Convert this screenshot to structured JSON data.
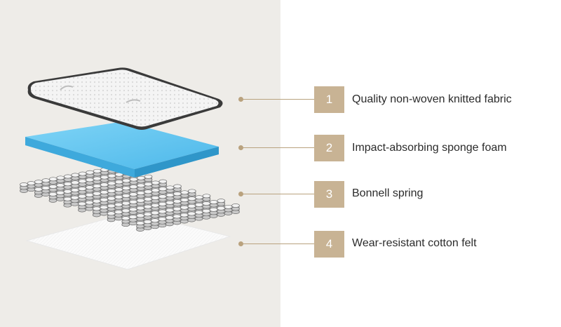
{
  "layers": [
    {
      "number": "1",
      "label": "Quality non-woven knitted fabric",
      "icon": "knitted-fabric-layer"
    },
    {
      "number": "2",
      "label": "Impact-absorbing sponge foam",
      "icon": "sponge-foam-layer"
    },
    {
      "number": "3",
      "label": "Bonnell spring",
      "icon": "bonnell-spring-layer"
    },
    {
      "number": "4",
      "label": "Wear-resistant cotton felt",
      "icon": "cotton-felt-layer"
    }
  ],
  "colors": {
    "left_background": "#eeece8",
    "accent_gold": "#c8b394",
    "leader_line": "#b9a27e",
    "foam_blue": "#5cc3ee",
    "text": "#2b2b2b"
  }
}
